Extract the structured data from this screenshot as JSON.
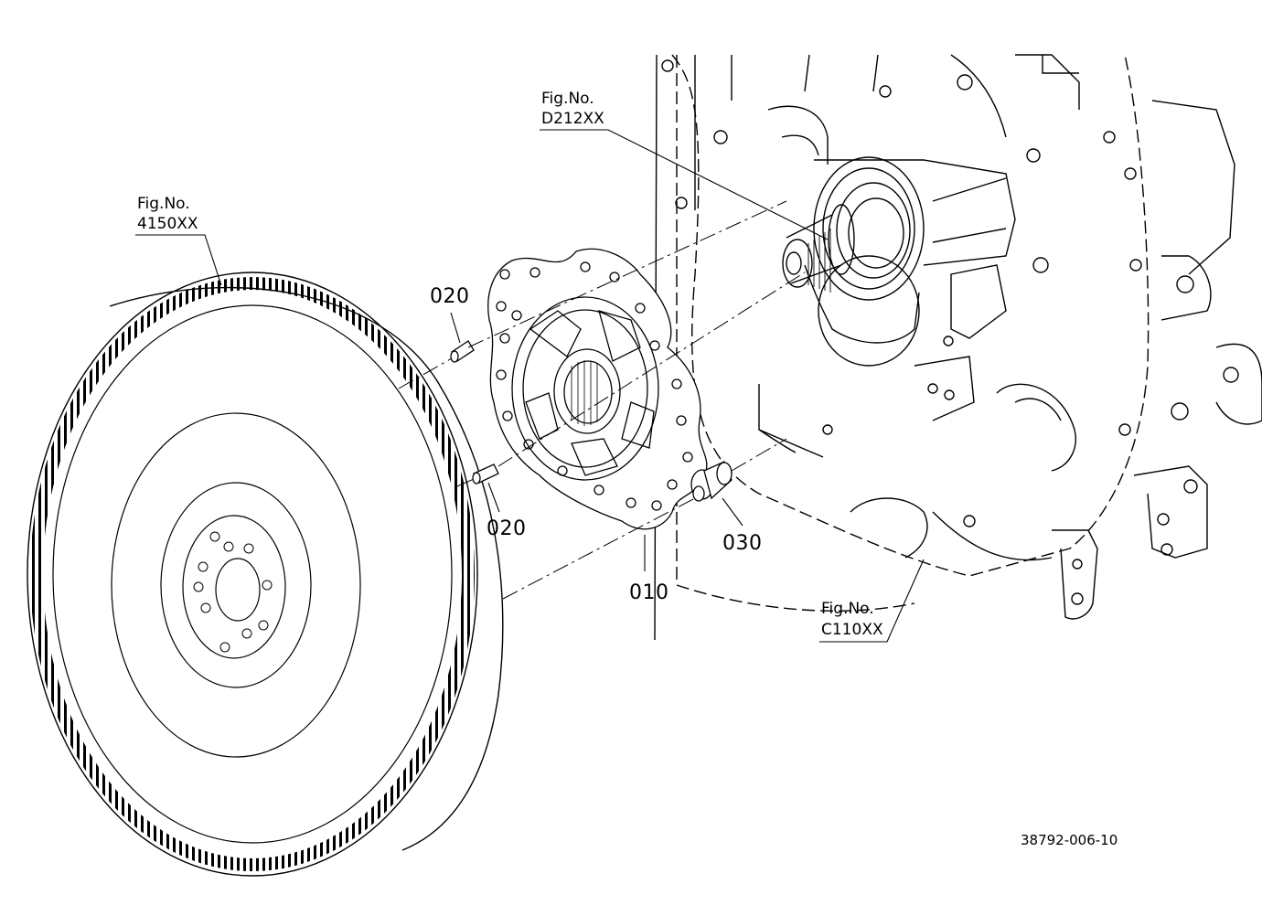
{
  "callouts": {
    "fig_d212": {
      "line1": "Fig.No.",
      "line2": "D212XX"
    },
    "fig_4150": {
      "line1": "Fig.No.",
      "line2": "4150XX"
    },
    "fig_c110": {
      "line1": "Fig.No.",
      "line2": "C110XX"
    },
    "part_020_top": "020",
    "part_020_bottom": "020",
    "part_030": "030",
    "part_010": "010"
  },
  "drawing_code": "38792-006-10",
  "colors": {
    "ink": "#000000",
    "paper": "#ffffff"
  }
}
